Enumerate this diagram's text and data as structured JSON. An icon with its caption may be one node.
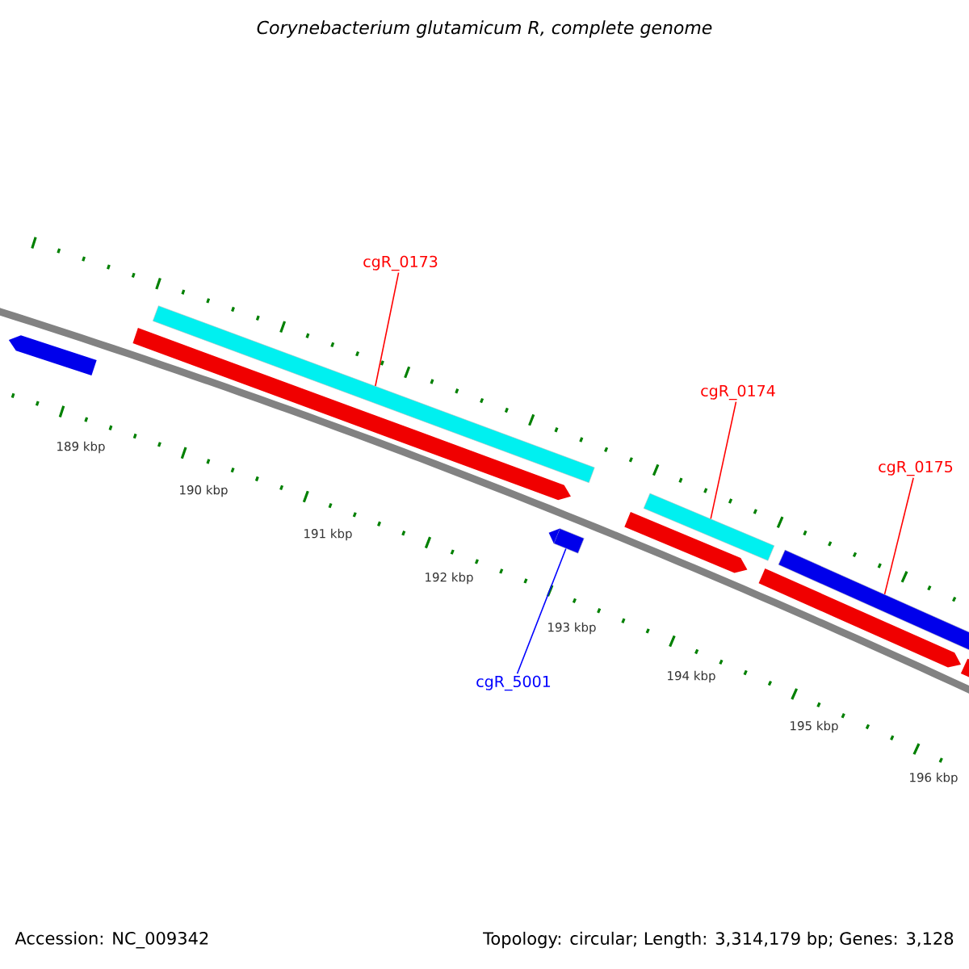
{
  "diagram": {
    "title": "Corynebacterium glutamicum R, complete genome",
    "nodes": [
      {
        "text": [
          "cgR_0173"
        ]
      },
      {
        "text": [],
        "shape": "bar"
      },
      {
        "text": [
          "cgR_0174"
        ]
      },
      {
        "text": [],
        "shape": "bar"
      },
      {
        "text": [
          "cgR_0175"
        ]
      },
      {
        "text": [],
        "shape": "bar"
      },
      {
        "text": [
          "cgR_5001"
        ]
      },
      {
        "text": [],
        "shape": "bar"
      }
    ],
    "edges": [
      {
        "from": 0,
        "to": 1,
        "arrow": "none"
      },
      {
        "from": 2,
        "to": 3,
        "arrow": "none"
      },
      {
        "from": 4,
        "to": 5,
        "arrow": "none"
      },
      {
        "from": 6,
        "to": 7,
        "arrow": "none",
        "color": "#0000ff"
      }
    ],
    "labels": [
      "189 kbp",
      "190 kbp",
      "191 kbp",
      "192 kbp",
      "193 kbp",
      "194 kbp",
      "195 kbp",
      "196 kbp",
      "Accession: NC_009342",
      "Topology: circular; Length: 3,314,179 bp; Genes: 3,128"
    ]
  }
}
